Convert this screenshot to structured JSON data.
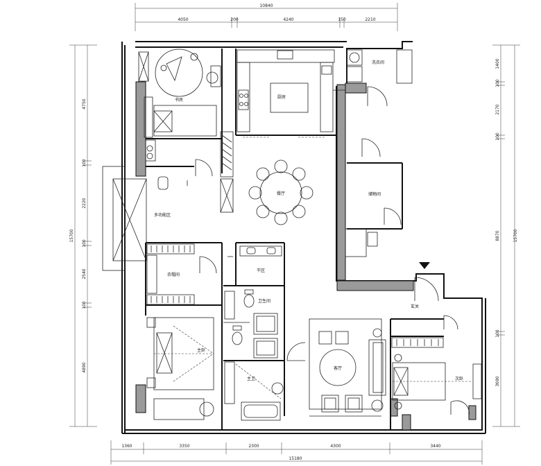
{
  "dimensions": {
    "top_total": "10840",
    "top": [
      "4050",
      "200",
      "4240",
      "150",
      "2210"
    ],
    "bottom_total": "15180",
    "bottom": [
      "1360",
      "3350",
      "2300",
      "4300",
      "3440"
    ],
    "left_total": "15700",
    "left": [
      "4750",
      "100",
      "2220",
      "100",
      "2540",
      "100",
      "4890"
    ],
    "right_total": "15700",
    "right": [
      "1400",
      "100",
      "2170",
      "100",
      "8870",
      "100",
      "3690"
    ]
  },
  "rooms": {
    "study": "书房",
    "kitchen": "厨房",
    "laundry": "洗衣间",
    "dining": "餐厅",
    "storage": "储物间",
    "multi": "多功能区",
    "cloakroom": "衣帽间",
    "powder": "干区",
    "bath1": "卫生间",
    "master_bed": "主卧",
    "master_bath": "主卫",
    "living": "客厅",
    "entry": "玄关",
    "bedroom2": "次卧"
  }
}
